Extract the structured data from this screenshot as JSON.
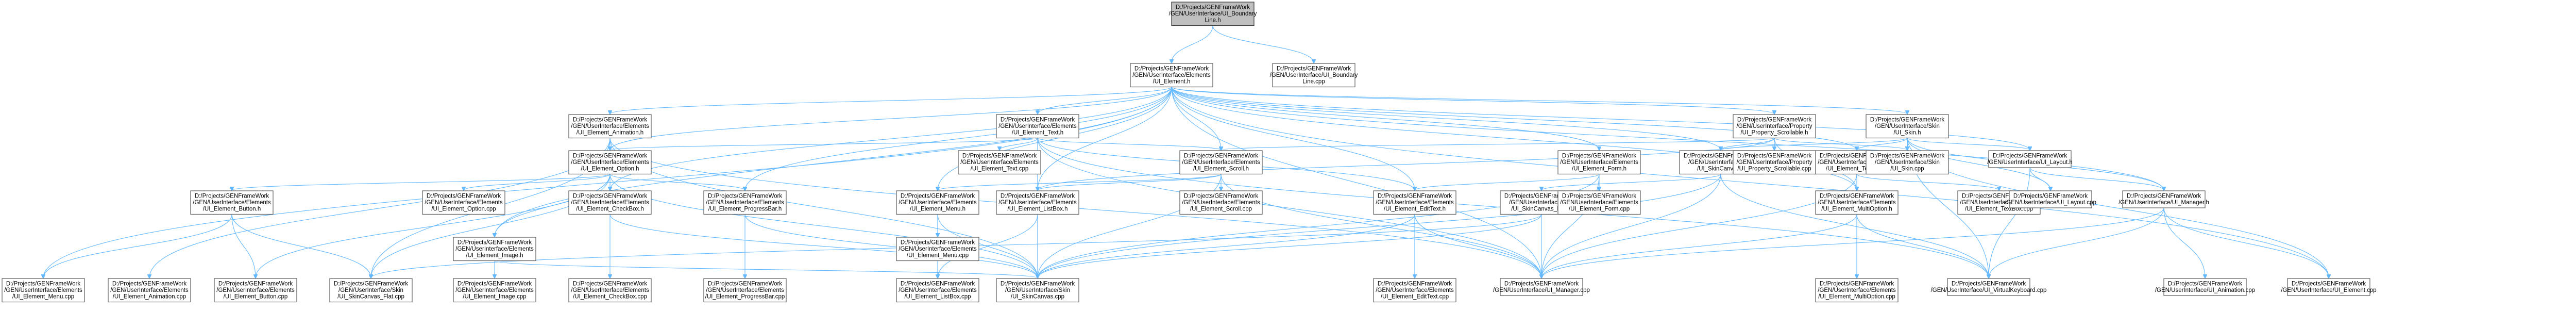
{
  "root": "N0",
  "nodes": [
    {
      "id": "N0",
      "lines": [
        "D:/Projects/GENFrameWork",
        "/GEN/UserInterface/UI_Boundary",
        "Line.h"
      ]
    },
    {
      "id": "N1",
      "lines": [
        "D:/Projects/GENFrameWork",
        "/GEN/UserInterface/Elements",
        "/UI_Element.h"
      ]
    },
    {
      "id": "N2",
      "lines": [
        "D:/Projects/GENFrameWork",
        "/GEN/UserInterface/UI_Boundary",
        "Line.cpp"
      ]
    },
    {
      "id": "N3",
      "lines": [
        "D:/Projects/GENFrameWork",
        "/GEN/UserInterface/Elements",
        "/UI_Element_Animation.h"
      ]
    },
    {
      "id": "N4",
      "lines": [
        "D:/Projects/GENFrameWork",
        "/GEN/UserInterface/Elements",
        "/UI_Element_Text.h"
      ]
    },
    {
      "id": "N5",
      "lines": [
        "D:/Projects/GENFrameWork",
        "/GEN/UserInterface/Property",
        "/UI_Property_Scrollable.h"
      ]
    },
    {
      "id": "N6",
      "lines": [
        "D:/Projects/GENFrameWork",
        "/GEN/UserInterface/Skin",
        "/UI_Skin.h"
      ]
    },
    {
      "id": "N7",
      "lines": [
        "D:/Projects/GENFrameWork",
        "/GEN/UserInterface/Elements",
        "/UI_Element_Option.h"
      ]
    },
    {
      "id": "N8",
      "lines": [
        "D:/Projects/GENFrameWork",
        "/GEN/UserInterface/Elements",
        "/UI_Element_Text.cpp"
      ]
    },
    {
      "id": "N9",
      "lines": [
        "D:/Projects/GENFrameWork",
        "/GEN/UserInterface/Elements",
        "/UI_Element_Scroll.h"
      ]
    },
    {
      "id": "N10",
      "lines": [
        "D:/Projects/GENFrameWork",
        "/GEN/UserInterface/Elements",
        "/UI_Element_Form.h"
      ]
    },
    {
      "id": "N11",
      "lines": [
        "D:/Projects/GENFrameWork",
        "/GEN/UserInterface/Skin",
        "/UI_SkinCanvas.h"
      ]
    },
    {
      "id": "N12",
      "lines": [
        "D:/Projects/GENFrameWork",
        "/GEN/UserInterface/Elements",
        "/UI_Element_TextBox.h"
      ]
    },
    {
      "id": "N13",
      "lines": [
        "D:/Projects/GENFrameWork",
        "/GEN/UserInterface/Property",
        "/UI_Property_Scrollable.cpp"
      ]
    },
    {
      "id": "N14",
      "lines": [
        "D:/Projects/GENFrameWork",
        "/GEN/UserInterface/Skin",
        "/UI_Skin.cpp"
      ]
    },
    {
      "id": "N15",
      "lines": [
        "D:/Projects/GENFrameWork",
        "/GEN/UserInterface/UI_Layout.h"
      ]
    },
    {
      "id": "N16",
      "lines": [
        "D:/Projects/GENFrameWork",
        "/GEN/UserInterface/Elements",
        "/UI_Element_Button.h"
      ]
    },
    {
      "id": "N17",
      "lines": [
        "D:/Projects/GENFrameWork",
        "/GEN/UserInterface/Elements",
        "/UI_Element_CheckBox.h"
      ]
    },
    {
      "id": "N18",
      "lines": [
        "D:/Projects/GENFrameWork",
        "/GEN/UserInterface/Elements",
        "/UI_Element_Option.cpp"
      ]
    },
    {
      "id": "N19",
      "lines": [
        "D:/Projects/GENFrameWork",
        "/GEN/UserInterface/Elements",
        "/UI_Element_ProgressBar.h"
      ]
    },
    {
      "id": "N20",
      "lines": [
        "D:/Projects/GENFrameWork",
        "/GEN/UserInterface/Elements",
        "/UI_Element_Menu.h"
      ]
    },
    {
      "id": "N21",
      "lines": [
        "D:/Projects/GENFrameWork",
        "/GEN/UserInterface/Elements",
        "/UI_Element_ListBox.h"
      ]
    },
    {
      "id": "N22",
      "lines": [
        "D:/Projects/GENFrameWork",
        "/GEN/UserInterface/Elements",
        "/UI_Element_Scroll.cpp"
      ]
    },
    {
      "id": "N23",
      "lines": [
        "D:/Projects/GENFrameWork",
        "/GEN/UserInterface/Elements",
        "/UI_Element_EditText.h"
      ]
    },
    {
      "id": "N24",
      "lines": [
        "D:/Projects/GENFrameWork",
        "/GEN/UserInterface/Skin",
        "/UI_SkinCanvas_Flat.h"
      ]
    },
    {
      "id": "N25",
      "lines": [
        "D:/Projects/GENFrameWork",
        "/GEN/UserInterface/Elements",
        "/UI_Element_Form.cpp"
      ]
    },
    {
      "id": "N26",
      "lines": [
        "D:/Projects/GENFrameWork",
        "/GEN/UserInterface/Elements",
        "/UI_Element_MultiOption.h"
      ]
    },
    {
      "id": "N27",
      "lines": [
        "D:/Projects/GENFrameWork",
        "/GEN/UserInterface/Elements",
        "/UI_Element_TextBox.cpp"
      ]
    },
    {
      "id": "N28",
      "lines": [
        "D:/Projects/GENFrameWork",
        "/GEN/UserInterface/UI_Layout.cpp"
      ]
    },
    {
      "id": "N29",
      "lines": [
        "D:/Projects/GENFrameWork",
        "/GEN/UserInterface/UI_Manager.h"
      ]
    },
    {
      "id": "N30",
      "lines": [
        "D:/Projects/GENFrameWork",
        "/GEN/UserInterface/Elements",
        "/UI_Element_Image.h"
      ]
    },
    {
      "id": "N31",
      "lines": [
        "D:/Projects/GENFrameWork",
        "/GEN/UserInterface/Elements",
        "/UI_Element_Menu.cpp"
      ]
    },
    {
      "id": "N32",
      "lines": [
        "D:/Projects/GENFrameWork",
        "/GEN/UserInterface/Elements",
        "/UI_Element_Animation.cpp"
      ]
    },
    {
      "id": "N33",
      "lines": [
        "D:/Projects/GENFrameWork",
        "/GEN/UserInterface/Elements",
        "/UI_Element_Button.cpp"
      ]
    },
    {
      "id": "N34",
      "lines": [
        "D:/Projects/GENFrameWork",
        "/GEN/UserInterface/Skin",
        "/UI_SkinCanvas_Flat.cpp"
      ]
    },
    {
      "id": "N35",
      "lines": [
        "D:/Projects/GENFrameWork",
        "/GEN/UserInterface/Elements",
        "/UI_Element_Image.cpp"
      ]
    },
    {
      "id": "N36",
      "lines": [
        "D:/Projects/GENFrameWork",
        "/GEN/UserInterface/Elements",
        "/UI_Element_CheckBox.cpp"
      ]
    },
    {
      "id": "N37",
      "lines": [
        "D:/Projects/GENFrameWork",
        "/GEN/UserInterface/Elements",
        "/UI_Element_ProgressBar.cpp"
      ]
    },
    {
      "id": "N38",
      "lines": [
        "D:/Projects/GENFrameWork",
        "/GEN/UserInterface/Elements",
        "/UI_Element_ListBox.cpp"
      ]
    },
    {
      "id": "N39",
      "lines": [
        "D:/Projects/GENFrameWork",
        "/GEN/UserInterface/Skin",
        "/UI_SkinCanvas.cpp"
      ]
    },
    {
      "id": "N40",
      "lines": [
        "D:/Projects/GENFrameWork",
        "/GEN/UserInterface/Elements",
        "/UI_Element_EditText.cpp"
      ]
    },
    {
      "id": "N41",
      "lines": [
        "D:/Projects/GENFrameWork",
        "/GEN/UserInterface/UI_Manager.cpp"
      ]
    },
    {
      "id": "N42",
      "lines": [
        "D:/Projects/GENFrameWork",
        "/GEN/UserInterface/Elements",
        "/UI_Element_MultiOption.cpp"
      ]
    },
    {
      "id": "N43",
      "lines": [
        "D:/Projects/GENFrameWork",
        "/GEN/UserInterface/UI_VirtualKeyboard.cpp"
      ]
    },
    {
      "id": "N44",
      "lines": [
        "D:/Projects/GENFrameWork",
        "/GEN/UserInterface/UI_Animation.cpp"
      ]
    },
    {
      "id": "N45",
      "lines": [
        "D:/Projects/GENFrameWork",
        "/GEN/UserInterface/UI_Element.cpp"
      ]
    },
    {
      "id": "N46",
      "lines": [
        "D:/Projects/GENFrameWork",
        "/GEN/UserInterface/Elements",
        "/UI_Element_Menu.cpp"
      ]
    }
  ],
  "edges": [
    [
      "N0",
      "N1"
    ],
    [
      "N0",
      "N2"
    ],
    [
      "N1",
      "N3"
    ],
    [
      "N1",
      "N4"
    ],
    [
      "N1",
      "N5"
    ],
    [
      "N1",
      "N6"
    ],
    [
      "N1",
      "N7"
    ],
    [
      "N1",
      "N9"
    ],
    [
      "N1",
      "N10"
    ],
    [
      "N1",
      "N11"
    ],
    [
      "N1",
      "N12"
    ],
    [
      "N1",
      "N15"
    ],
    [
      "N1",
      "N17"
    ],
    [
      "N1",
      "N19"
    ],
    [
      "N1",
      "N20"
    ],
    [
      "N1",
      "N21"
    ],
    [
      "N1",
      "N23"
    ],
    [
      "N1",
      "N26"
    ],
    [
      "N1",
      "N29"
    ],
    [
      "N1",
      "N30"
    ],
    [
      "N1",
      "N41"
    ],
    [
      "N1",
      "N45"
    ],
    [
      "N1",
      "N46"
    ],
    [
      "N3",
      "N7"
    ],
    [
      "N3",
      "N32"
    ],
    [
      "N3",
      "N34"
    ],
    [
      "N3",
      "N39"
    ],
    [
      "N3",
      "N41"
    ],
    [
      "N4",
      "N7"
    ],
    [
      "N4",
      "N8"
    ],
    [
      "N4",
      "N9"
    ],
    [
      "N4",
      "N21"
    ],
    [
      "N4",
      "N23"
    ],
    [
      "N4",
      "N39"
    ],
    [
      "N4",
      "N41"
    ],
    [
      "N4",
      "N43"
    ],
    [
      "N5",
      "N13"
    ],
    [
      "N5",
      "N9"
    ],
    [
      "N5",
      "N11"
    ],
    [
      "N5",
      "N14"
    ],
    [
      "N5",
      "N26"
    ],
    [
      "N5",
      "N21"
    ],
    [
      "N6",
      "N14"
    ],
    [
      "N6",
      "N15"
    ],
    [
      "N6",
      "N28"
    ],
    [
      "N6",
      "N29"
    ],
    [
      "N6",
      "N11"
    ],
    [
      "N6",
      "N12"
    ],
    [
      "N6",
      "N43"
    ],
    [
      "N6",
      "N45"
    ],
    [
      "N7",
      "N16"
    ],
    [
      "N7",
      "N17"
    ],
    [
      "N7",
      "N18"
    ],
    [
      "N7",
      "N19"
    ],
    [
      "N7",
      "N30"
    ],
    [
      "N7",
      "N34"
    ],
    [
      "N7",
      "N39"
    ],
    [
      "N7",
      "N33"
    ],
    [
      "N9",
      "N20"
    ],
    [
      "N9",
      "N21"
    ],
    [
      "N9",
      "N22"
    ],
    [
      "N9",
      "N39"
    ],
    [
      "N9",
      "N41"
    ],
    [
      "N10",
      "N25"
    ],
    [
      "N10",
      "N23"
    ],
    [
      "N10",
      "N41"
    ],
    [
      "N10",
      "N39"
    ],
    [
      "N11",
      "N24"
    ],
    [
      "N11",
      "N39"
    ],
    [
      "N11",
      "N41"
    ],
    [
      "N11",
      "N43"
    ],
    [
      "N12",
      "N27"
    ],
    [
      "N12",
      "N26"
    ],
    [
      "N12",
      "N41"
    ],
    [
      "N15",
      "N28"
    ],
    [
      "N15",
      "N29"
    ],
    [
      "N15",
      "N43"
    ],
    [
      "N16",
      "N33"
    ],
    [
      "N16",
      "N34"
    ],
    [
      "N16",
      "N46"
    ],
    [
      "N17",
      "N36"
    ],
    [
      "N17",
      "N39"
    ],
    [
      "N19",
      "N37"
    ],
    [
      "N19",
      "N39"
    ],
    [
      "N20",
      "N31"
    ],
    [
      "N20",
      "N38"
    ],
    [
      "N20",
      "N39"
    ],
    [
      "N21",
      "N38"
    ],
    [
      "N21",
      "N39"
    ],
    [
      "N23",
      "N40"
    ],
    [
      "N23",
      "N41"
    ],
    [
      "N23",
      "N39"
    ],
    [
      "N24",
      "N34"
    ],
    [
      "N24",
      "N39"
    ],
    [
      "N24",
      "N41"
    ],
    [
      "N26",
      "N42"
    ],
    [
      "N26",
      "N41"
    ],
    [
      "N26",
      "N43"
    ],
    [
      "N29",
      "N41"
    ],
    [
      "N29",
      "N43"
    ],
    [
      "N29",
      "N44"
    ],
    [
      "N29",
      "N45"
    ],
    [
      "N30",
      "N35"
    ],
    [
      "N30",
      "N39"
    ]
  ]
}
